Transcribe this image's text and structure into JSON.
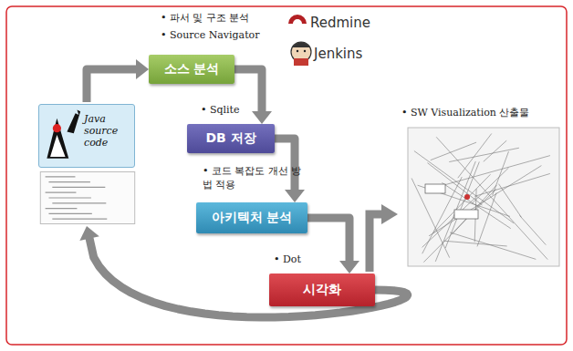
{
  "diagram": {
    "nodes": [
      {
        "text": [
          "Java source code"
        ]
      },
      {
        "text": [
          "소스 분석"
        ]
      },
      {
        "text": [
          "DB 저장"
        ]
      },
      {
        "text": [
          "아키텍처 분석"
        ]
      },
      {
        "text": [
          "시각화"
        ]
      }
    ],
    "edges": [
      {
        "from": 0,
        "to": 1,
        "arrow": "to"
      },
      {
        "from": 1,
        "to": 2,
        "arrow": "to"
      },
      {
        "from": 2,
        "to": 3,
        "arrow": "to"
      },
      {
        "from": 3,
        "to": 4,
        "arrow": "to"
      },
      {
        "from": 4,
        "to": 0,
        "arrow": "to"
      }
    ],
    "labels": [
      "• 파서 및 구조 분석",
      "• Source Navigator",
      "Redmine",
      "Jenkins",
      "• Sqlite",
      "• 코드 복잡도 개선 방법 적용",
      "• Dot",
      "• SW Visualization 산출물"
    ]
  }
}
